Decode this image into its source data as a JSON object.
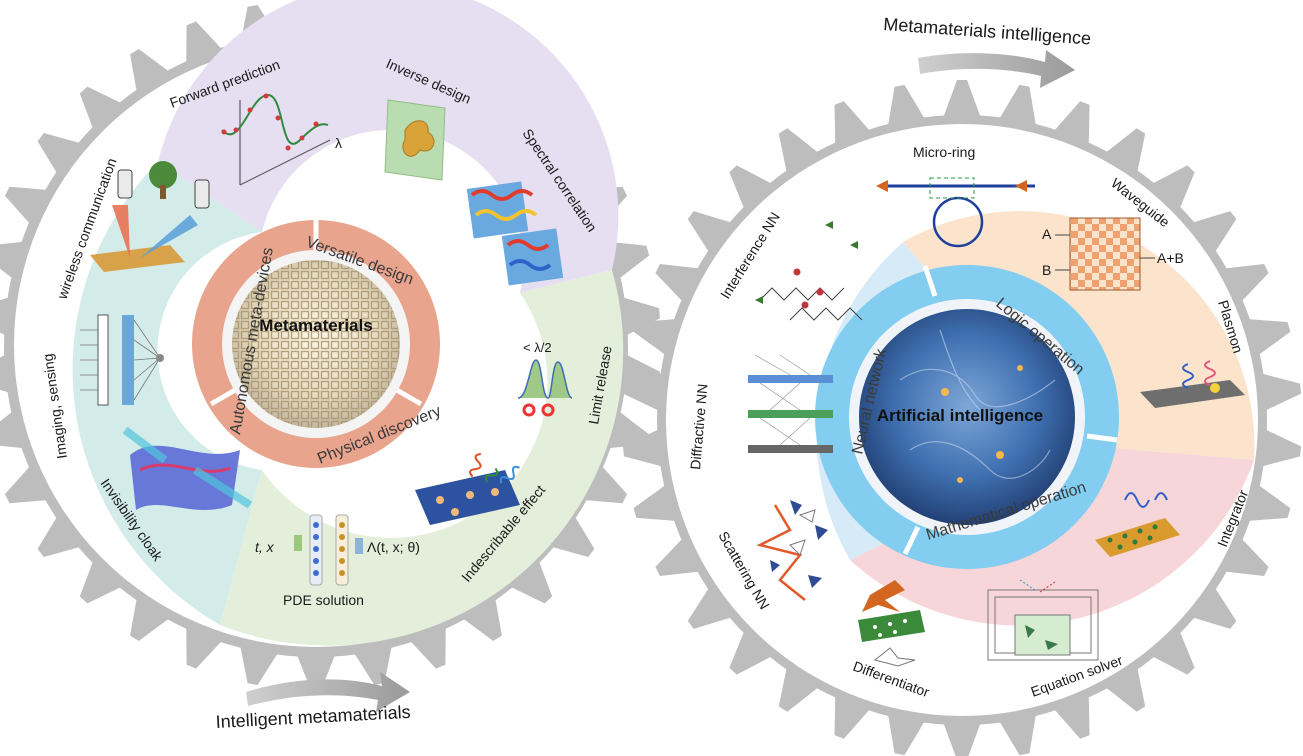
{
  "left": {
    "center_title": "Metamaterials",
    "inner_sectors": [
      "Versatile design",
      "Physical discovery",
      "Autonomous meta-devices"
    ],
    "outer_labels": {
      "forward_prediction": "Forward prediction",
      "inverse_design": "Inverse design",
      "spectral_correlation": "Spectral correlation",
      "wireless_communication": "wireless communication",
      "imaging_sensing": "Imaging, sensing",
      "invisibility_cloak": "Invisibility cloak",
      "limit_release": "Limit release",
      "indescribable_effect": "Indescribable effect",
      "pde_solution": "PDE solution"
    },
    "inline_text": {
      "lambda": "λ",
      "sub_lambda": "< λ/2",
      "pde_input": "t, x",
      "pde_output": "Λ(t, x; θ)"
    },
    "bottom_caption": "Intelligent metamaterials"
  },
  "right": {
    "center_title": "Artificial intelligence",
    "inner_sectors": [
      "Logic operation",
      "Mathematical operation",
      "Neural network"
    ],
    "outer_labels": {
      "micro_ring": "Micro-ring",
      "waveguide": "Waveguide",
      "plasmon": "Plasmon",
      "integrator": "Integrator",
      "equation_solver": "Equation solver",
      "differentiator": "Differentiator",
      "scattering_nn": "Scattering NN",
      "diffractive_nn": "Diffractive NN",
      "interference_nn": "Interference NN"
    },
    "inline_text": {
      "wg_a": "A",
      "wg_b": "B",
      "wg_ab": "A+B"
    },
    "top_caption": "Metamaterials intelligence"
  },
  "colors": {
    "gear": "#bdbdbd",
    "left_purple": "#e6dff1",
    "left_teal": "#d4ece9",
    "left_green": "#e3efda",
    "left_inner_ring": "#e9a48d",
    "right_orange": "#fbe3cc",
    "right_pink": "#f7d6d9",
    "right_blue": "#d6eaf7",
    "right_inner_ring": "#82cdf0"
  }
}
